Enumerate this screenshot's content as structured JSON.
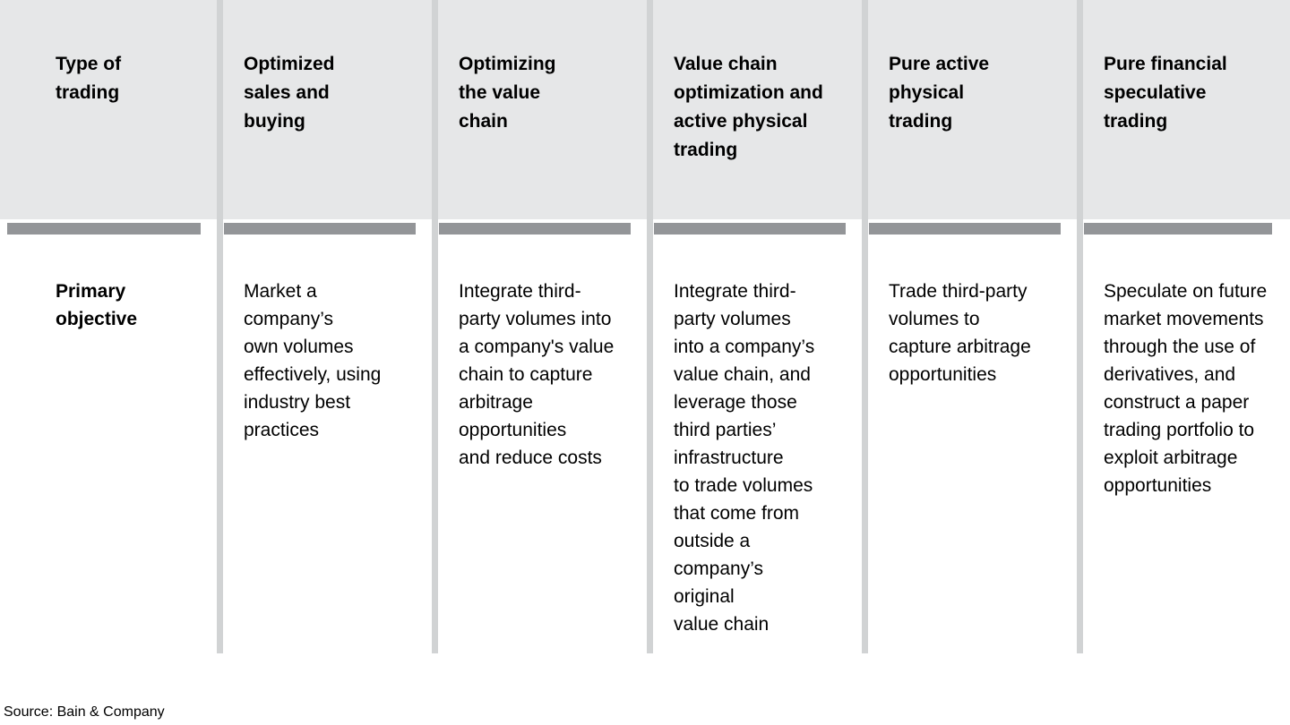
{
  "colors": {
    "header_bg": "#e6e7e8",
    "accent_bar": "#939598",
    "divider": "#d1d3d4",
    "text": "#000000",
    "page_bg": "#ffffff"
  },
  "table": {
    "row_labels": {
      "header": "Type of\ntrading",
      "body": "Primary\nobjective"
    },
    "columns": [
      {
        "header": "Optimized\nsales and\nbuying",
        "objective": "Market a\ncompany’s\nown volumes\neffectively, using\nindustry best\npractices"
      },
      {
        "header": "Optimizing\nthe value\nchain",
        "objective": "Integrate third-\nparty volumes into\na company's value\nchain to capture\narbitrage\nopportunities\nand reduce costs"
      },
      {
        "header": "Value chain\noptimization and\nactive physical\ntrading",
        "objective": "Integrate third-\nparty volumes\ninto a company’s\nvalue chain, and\nleverage those\nthird parties’\ninfrastructure\nto trade volumes\nthat come from\noutside a\ncompany’s\noriginal\nvalue chain"
      },
      {
        "header": "Pure active\nphysical\ntrading",
        "objective": "Trade third-party\nvolumes to\ncapture arbitrage\nopportunities"
      },
      {
        "header": "Pure financial\nspeculative\ntrading",
        "objective": "Speculate on future\nmarket movements\nthrough the use of\nderivatives, and\nconstruct a paper\ntrading portfolio to\nexploit arbitrage\nopportunities"
      }
    ]
  },
  "footer": {
    "source": "Source: Bain & Company"
  }
}
